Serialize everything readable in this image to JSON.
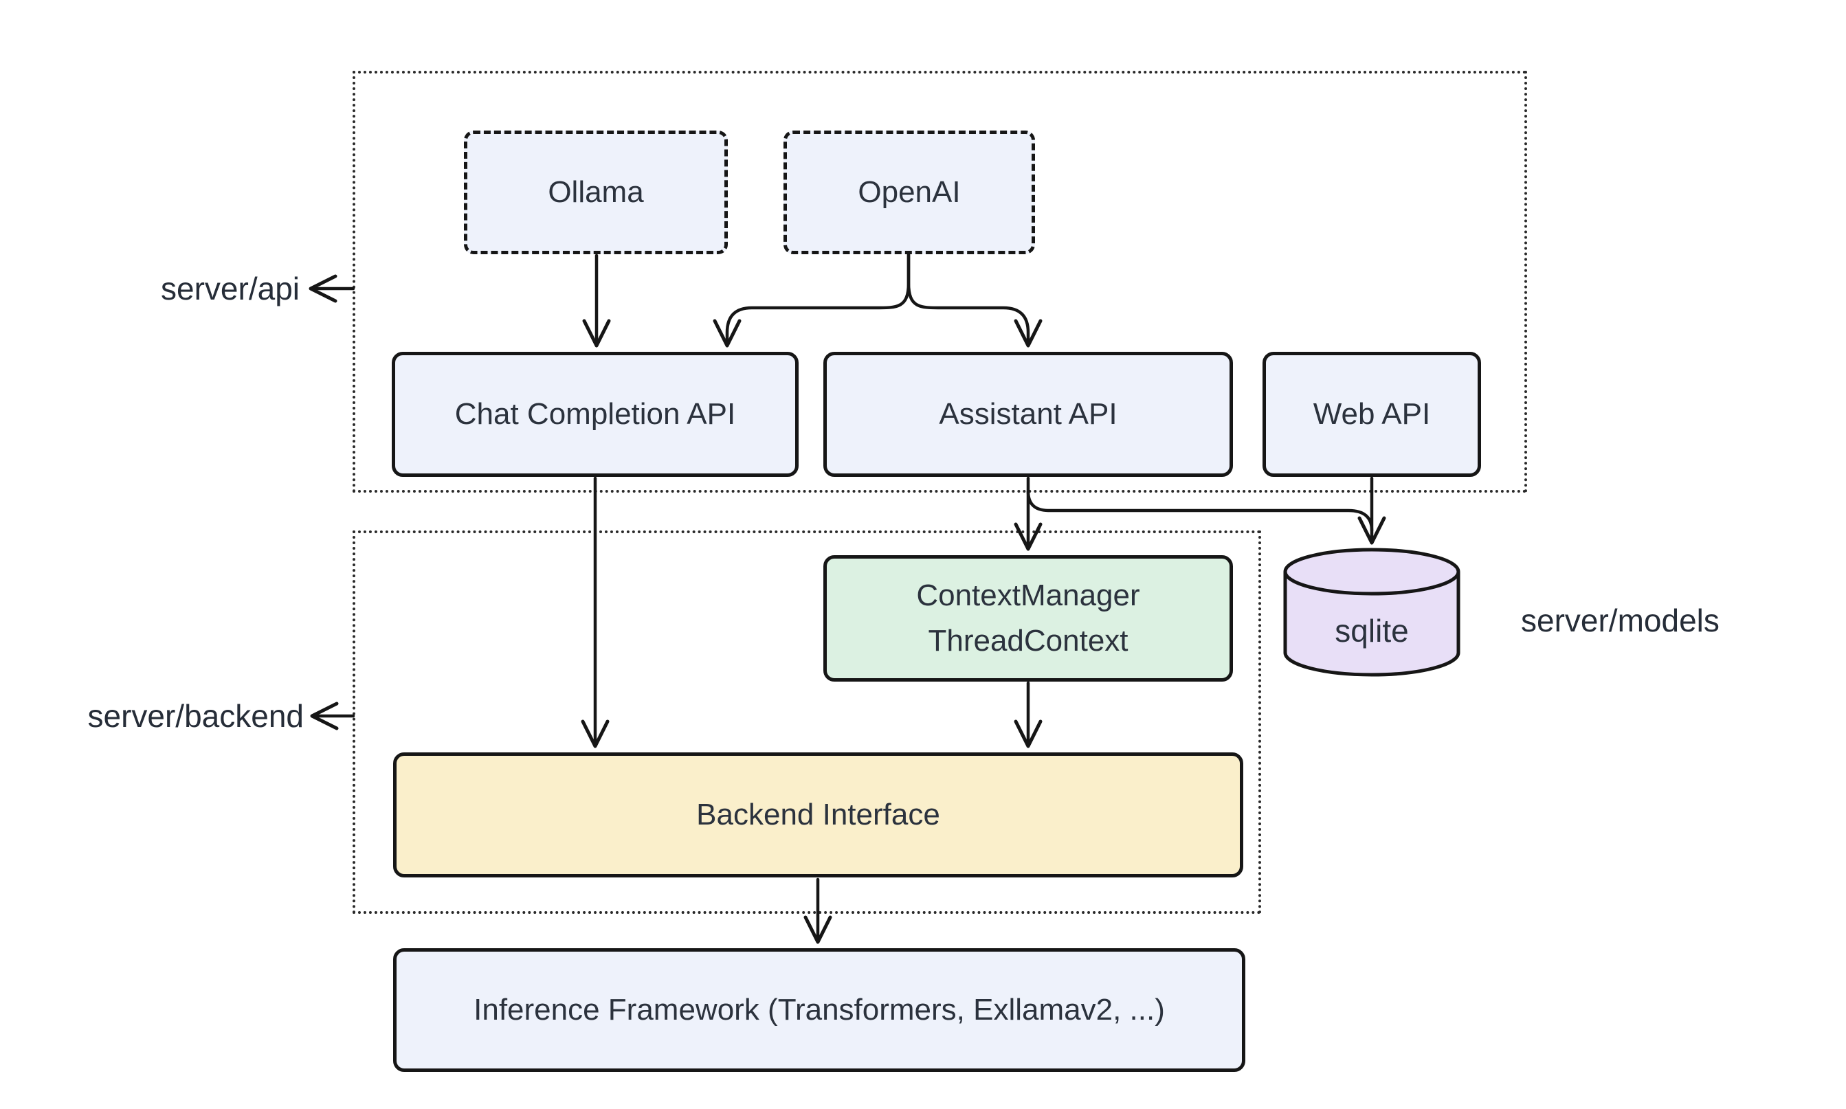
{
  "diagram": {
    "title": "Server architecture diagram",
    "colors": {
      "background": "#ffffff",
      "stroke": "#161616",
      "dotted_container_stroke": "#2a2a2a",
      "text": "#2b323d",
      "blue_fill": "#eef2fb",
      "green_fill": "#dcf1e2",
      "yellow_fill": "#faefcb",
      "purple_fill": "#e8dff7"
    },
    "containers": {
      "api": {
        "label": "server/api"
      },
      "backend": {
        "label": "server/backend"
      }
    },
    "external_labels": {
      "models": {
        "label": "server/models"
      }
    },
    "nodes": {
      "ollama": {
        "label": "Ollama"
      },
      "openai": {
        "label": "OpenAI"
      },
      "chat_completion": {
        "label": "Chat Completion API"
      },
      "assistant": {
        "label": "Assistant API"
      },
      "web": {
        "label": "Web API"
      },
      "context_manager": {
        "line1": "ContextManager",
        "line2": "ThreadContext"
      },
      "sqlite": {
        "label": "sqlite"
      },
      "backend_interface": {
        "label": "Backend Interface"
      },
      "inference": {
        "label": "Inference Framework (Transformers, Exllamav2, ...)"
      }
    },
    "edges": [
      {
        "from": "Ollama",
        "to": "Chat Completion API"
      },
      {
        "from": "OpenAI",
        "to": "Chat Completion API"
      },
      {
        "from": "OpenAI",
        "to": "Assistant API"
      },
      {
        "from": "Chat Completion API",
        "to": "Backend Interface"
      },
      {
        "from": "Assistant API",
        "to": "ContextManager ThreadContext"
      },
      {
        "from": "Assistant API",
        "to": "sqlite"
      },
      {
        "from": "Web API",
        "to": "sqlite"
      },
      {
        "from": "ContextManager ThreadContext",
        "to": "Backend Interface"
      },
      {
        "from": "Backend Interface",
        "to": "Inference Framework (Transformers, Exllamav2, ...)"
      },
      {
        "from": "server/api container border",
        "to": "server/api label"
      },
      {
        "from": "server/backend container border",
        "to": "server/backend label"
      }
    ]
  }
}
